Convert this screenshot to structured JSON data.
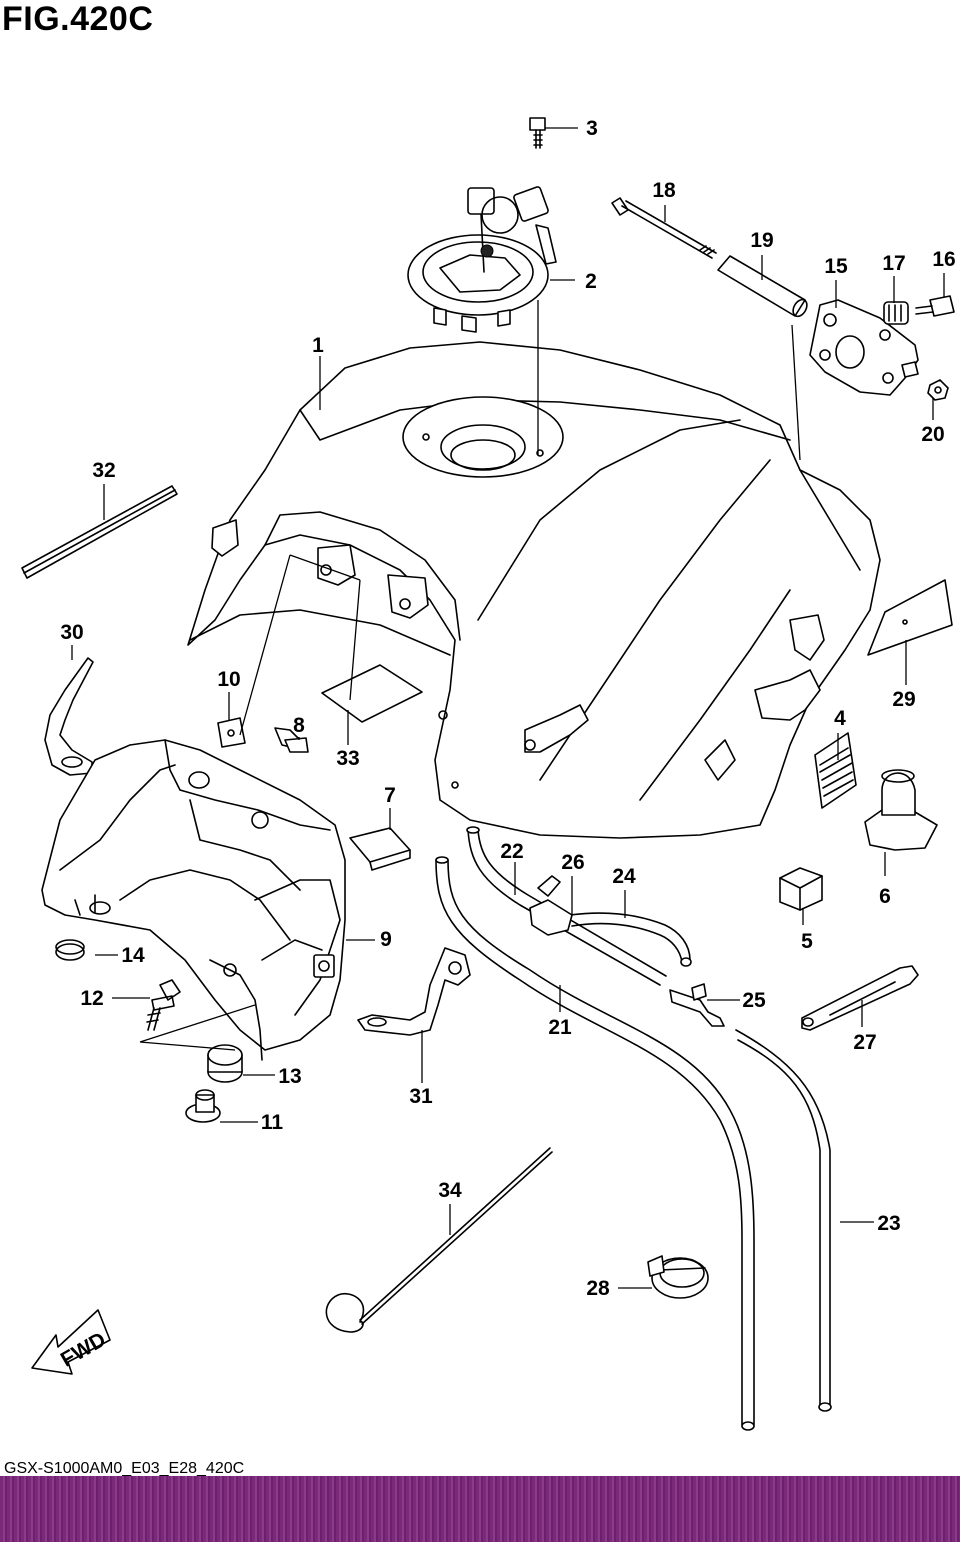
{
  "figure": {
    "title": "FIG.420C",
    "footer_code": "GSX-S1000AM0_E03_E28_420C",
    "fwd_label": "FWD"
  },
  "callouts": [
    {
      "id": "1",
      "text": "1"
    },
    {
      "id": "2",
      "text": "2"
    },
    {
      "id": "3",
      "text": "3"
    },
    {
      "id": "4",
      "text": "4"
    },
    {
      "id": "5",
      "text": "5"
    },
    {
      "id": "6",
      "text": "6"
    },
    {
      "id": "7",
      "text": "7"
    },
    {
      "id": "8",
      "text": "8"
    },
    {
      "id": "9",
      "text": "9"
    },
    {
      "id": "10",
      "text": "10"
    },
    {
      "id": "11",
      "text": "11"
    },
    {
      "id": "12",
      "text": "12"
    },
    {
      "id": "13",
      "text": "13"
    },
    {
      "id": "14",
      "text": "14"
    },
    {
      "id": "15",
      "text": "15"
    },
    {
      "id": "16",
      "text": "16"
    },
    {
      "id": "17",
      "text": "17"
    },
    {
      "id": "18",
      "text": "18"
    },
    {
      "id": "19",
      "text": "19"
    },
    {
      "id": "20",
      "text": "20"
    },
    {
      "id": "21",
      "text": "21"
    },
    {
      "id": "22",
      "text": "22"
    },
    {
      "id": "23",
      "text": "23"
    },
    {
      "id": "24",
      "text": "24"
    },
    {
      "id": "25",
      "text": "25"
    },
    {
      "id": "26",
      "text": "26"
    },
    {
      "id": "27",
      "text": "27"
    },
    {
      "id": "28",
      "text": "28"
    },
    {
      "id": "29",
      "text": "29"
    },
    {
      "id": "30",
      "text": "30"
    },
    {
      "id": "31",
      "text": "31"
    },
    {
      "id": "32",
      "text": "32"
    },
    {
      "id": "33",
      "text": "33"
    },
    {
      "id": "34",
      "text": "34"
    }
  ],
  "colors": {
    "line": "#000000",
    "background": "#ffffff",
    "footer_band": "#7a2a78"
  }
}
